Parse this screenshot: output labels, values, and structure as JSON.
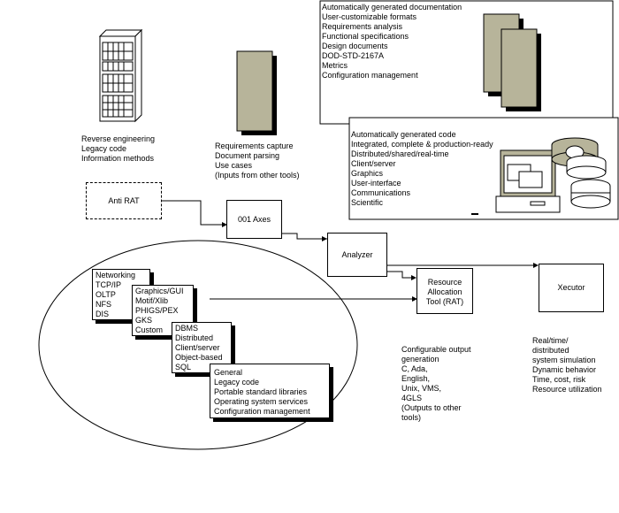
{
  "documentation": {
    "title": "Automatically generated documentation",
    "items": [
      "User-customizable formats",
      "Requirements analysis",
      "Functional specifications",
      "Design documents",
      "DOD-STD-2167A",
      "Metrics",
      "Configuration management"
    ]
  },
  "code": {
    "title": "Automatically generated code",
    "items": [
      "Integrated, complete & production-ready",
      "Distributed/shared/real-time",
      "Client/server",
      "Graphics",
      "User-interface",
      "Communications",
      "Scientific"
    ]
  },
  "reverse_engineering": [
    "Reverse engineering",
    "Legacy code",
    "Information methods"
  ],
  "requirements": [
    "Requirements capture",
    "Document parsing",
    "Use cases",
    "(Inputs from other tools)"
  ],
  "anti_rat": "Anti RAT",
  "axes": "001 Axes",
  "analyzer": "Analyzer",
  "rat": [
    "Resource",
    "Allocation",
    "Tool (RAT)"
  ],
  "xecutor": "Xecutor",
  "output": [
    "Configurable output",
    "generation",
    "C, Ada,",
    "English,",
    "Unix, VMS,",
    "4GLS",
    "(Outputs to other",
    "tools)"
  ],
  "simulation": [
    "Real/time/",
    "distributed",
    "system simulation",
    "Dynamic behavior",
    "Time, cost, risk",
    "Resource utilization"
  ],
  "cards": {
    "networking": [
      "Networking",
      "TCP/IP",
      "OLTP",
      "NFS",
      "DIS"
    ],
    "graphics": [
      "Graphics/GUI",
      "Motif/Xlib",
      "PHIGS/PEX",
      "GKS",
      "Custom"
    ],
    "dbms": [
      "DBMS",
      "Distributed",
      "Client/server",
      "Object-based",
      "SQL"
    ],
    "general": [
      "General",
      "Legacy code",
      "Portable standard libraries",
      "Operating system services",
      "Configuration management"
    ]
  },
  "colors": {
    "document_fill": "#b7b49a",
    "line": "#000000"
  }
}
